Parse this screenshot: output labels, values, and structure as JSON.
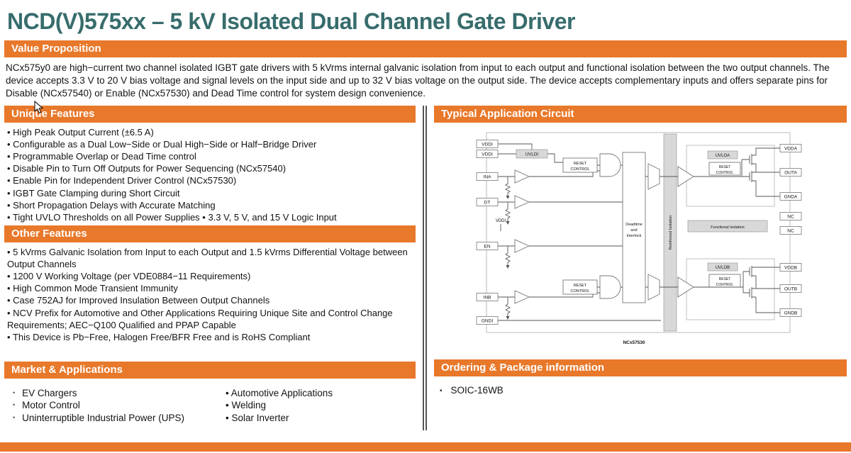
{
  "page": {
    "title": "NCD(V)575xx – 5 kV Isolated Dual Channel Gate Driver"
  },
  "colors": {
    "accent_orange": "#E8782A",
    "title_teal": "#376C6C"
  },
  "value_proposition": {
    "header": "Value Proposition",
    "body": "NCx575y0 are high−current two channel isolated IGBT gate drivers with 5 kVrms internal galvanic isolation from input to each output and functional isolation between the two output channels. The device accepts 3.3 V to 20 V bias voltage and signal levels on the input side and up to 32 V bias voltage on the output side. The device accepts complementary inputs and offers separate pins for Disable (NCx57540) or Enable (NCx57530) and Dead Time control for system design convenience."
  },
  "unique_features": {
    "header": "Unique Features",
    "items": [
      "High Peak Output Current (±6.5 A)",
      "Configurable as a Dual Low−Side or Dual High−Side or Half−Bridge Driver",
      "Programmable Overlap or Dead Time control",
      "Disable Pin to Turn Off Outputs for Power Sequencing (NCx57540)",
      "Enable Pin for Independent Driver Control (NCx57530)",
      "IGBT Gate Clamping during Short Circuit",
      "Short Propagation Delays with Accurate Matching",
      "Tight UVLO Thresholds on all Power Supplies • 3.3 V, 5 V, and 15 V Logic Input"
    ]
  },
  "other_features": {
    "header": "Other Features",
    "items": [
      "5 kVrms Galvanic Isolation from Input to each Output and 1.5 kVrms Differential Voltage between Output Channels",
      "1200 V Working Voltage (per VDE0884−11 Requirements)",
      "High Common Mode Transient Immunity",
      "Case 752AJ for Improved Insulation Between Output Channels",
      "NCV Prefix for Automotive and Other Applications Requiring Unique Site and Control Change Requirements; AEC−Q100 Qualified and PPAP Capable",
      "This Device is Pb−Free, Halogen Free/BFR Free and is RoHS Compliant"
    ]
  },
  "market_applications": {
    "header": "Market & Applications",
    "column_1": [
      "EV Chargers",
      "Motor Control",
      "Uninterruptible Industrial Power (UPS)"
    ],
    "column_2": [
      "Automotive Applications",
      "Welding",
      "Solar Inverter"
    ]
  },
  "application_circuit": {
    "header": "Typical  Application Circuit",
    "part_label": "NCx57530",
    "pins_left": [
      "VDDI",
      "VDDI",
      "INA",
      "DT",
      "EN",
      "INB",
      "GNDI"
    ],
    "pins_right": [
      "VDDA",
      "OUTA",
      "GNDA",
      "NC",
      "NC",
      "VDDB",
      "OUTB",
      "GNDB"
    ],
    "blocks": {
      "uvloi": "UVLOI",
      "uvloa": "UVLOA",
      "uvlob": "UVLOB",
      "reset": "RESET",
      "control": "CONTROL",
      "deadtime_line1": "Deadtime",
      "deadtime_line2": "and",
      "deadtime_line3": "Interlock",
      "reinforced_isolation": "Reinforced Isolation",
      "functional_isolation": "Functional Isolation",
      "vddi_rail": "VDDI"
    }
  },
  "ordering": {
    "header": "Ordering & Package information",
    "items": [
      "SOIC-16WB"
    ]
  }
}
